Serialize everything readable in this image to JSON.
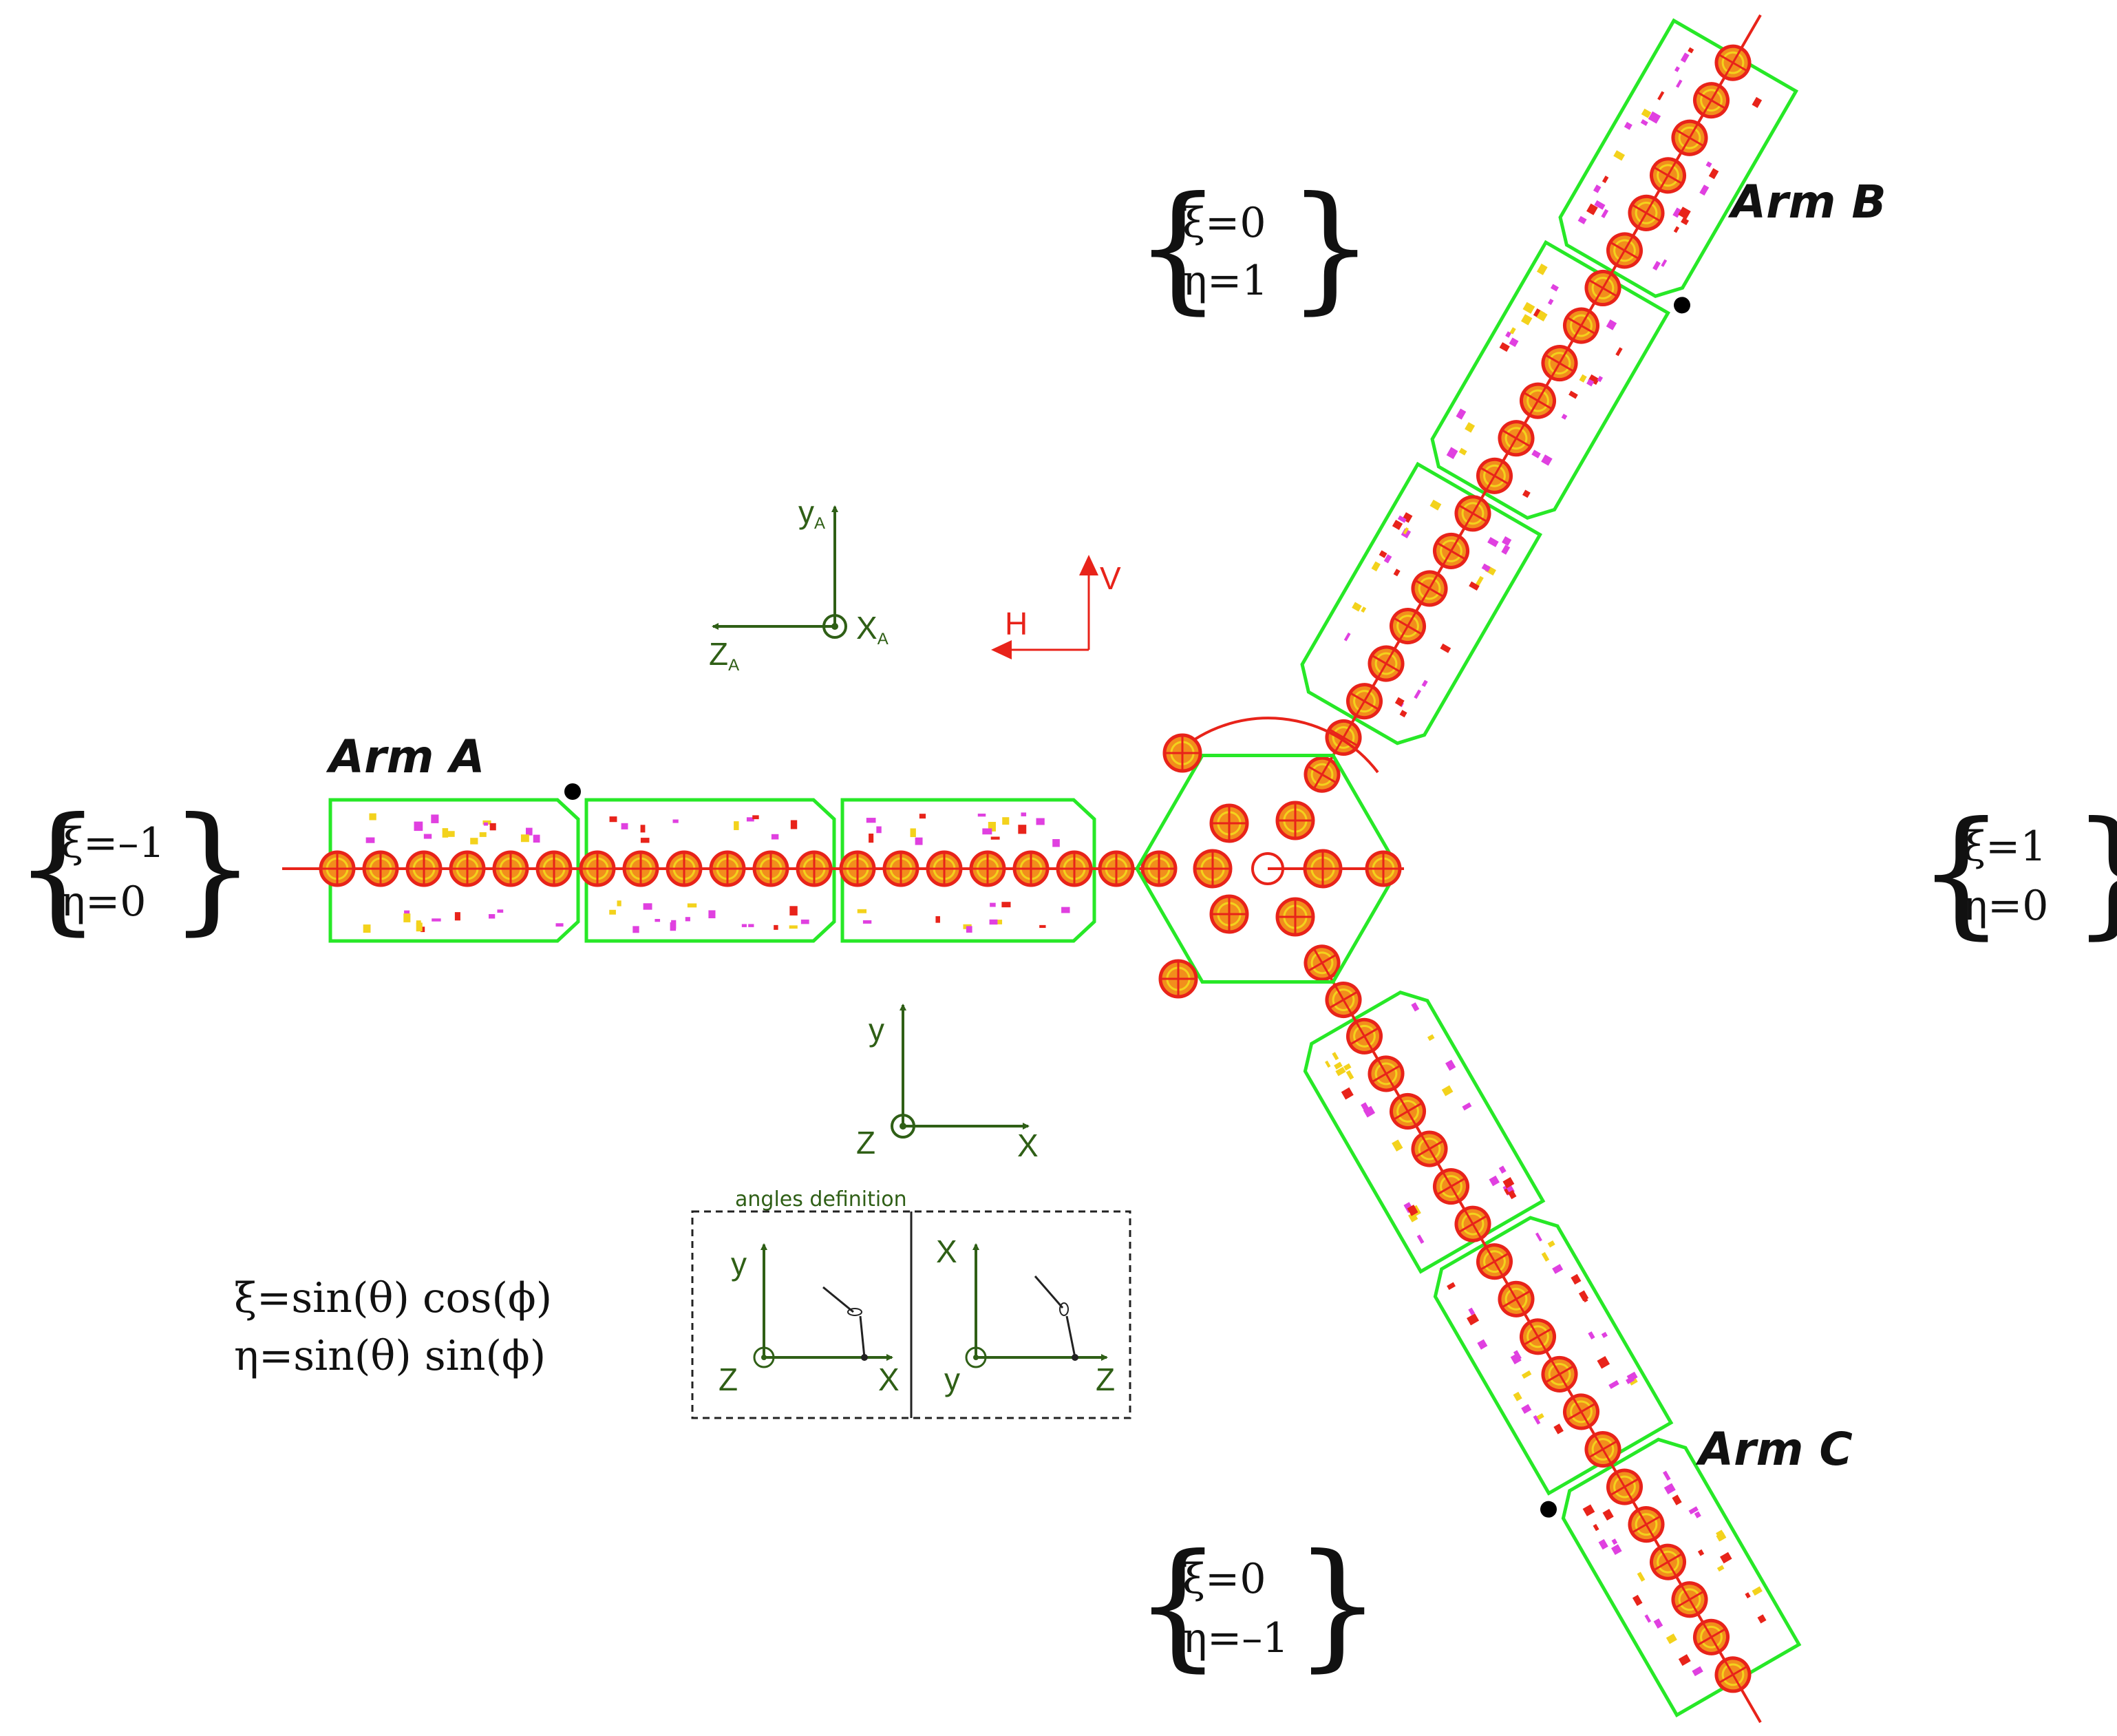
{
  "colors": {
    "outline": "#27e827",
    "beamline": "#e8231a",
    "quad_fill": "#f28e1c",
    "axis": "#2f5f16",
    "hv_axis": "#e8231a",
    "text": "#111111",
    "component_magenta": "#e040e0",
    "component_yellow": "#f3d21c"
  },
  "arms": {
    "a": {
      "label": "Arm A"
    },
    "b": {
      "label": "Arm B"
    },
    "c": {
      "label": "Arm C"
    }
  },
  "cases": {
    "left": {
      "xi": "ξ=–1",
      "eta": "η=0"
    },
    "right": {
      "xi": "ξ=1",
      "eta": "η=0"
    },
    "top": {
      "xi": "ξ=0",
      "eta": "η=1"
    },
    "bottom": {
      "xi": "ξ=0",
      "eta": "η=–1"
    }
  },
  "axes": {
    "arm_frame": {
      "y": "y",
      "y_sub": "A",
      "z": "Z",
      "z_sub": "A",
      "x": "X",
      "x_sub": "A"
    },
    "hv": {
      "h": "H",
      "v": "V"
    },
    "global": {
      "y": "y",
      "x": "X",
      "z": "Z"
    }
  },
  "formulas": {
    "xi": "ξ=sin(θ) cos(ϕ)",
    "eta": "η=sin(θ) sin(ϕ)"
  },
  "angles_box": {
    "title": "angles definition",
    "left": {
      "vertical": "y",
      "horizontal": "X",
      "out": "Z"
    },
    "right": {
      "vertical": "X",
      "horizontal": "Z",
      "out": "y"
    }
  }
}
